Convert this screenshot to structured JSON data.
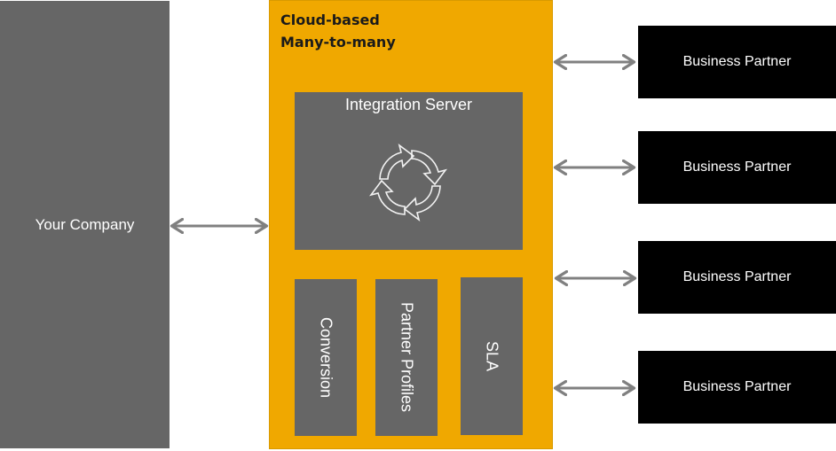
{
  "company": {
    "label": "Your Company"
  },
  "cloud": {
    "title_line1": "Cloud-based",
    "title_line2": "Many-to-many"
  },
  "integration_server": {
    "label": "Integration Server",
    "icon": "refresh-cycle-icon"
  },
  "modules": [
    {
      "label": "Conversion"
    },
    {
      "label": "Partner Profiles"
    },
    {
      "label": "SLA"
    }
  ],
  "partners": [
    {
      "label": "Business Partner"
    },
    {
      "label": "Business Partner"
    },
    {
      "label": "Business Partner"
    },
    {
      "label": "Business Partner"
    }
  ],
  "colors": {
    "company_bg": "#666666",
    "cloud_bg": "#f0a800",
    "partner_bg": "#000000",
    "arrow": "#808080"
  }
}
